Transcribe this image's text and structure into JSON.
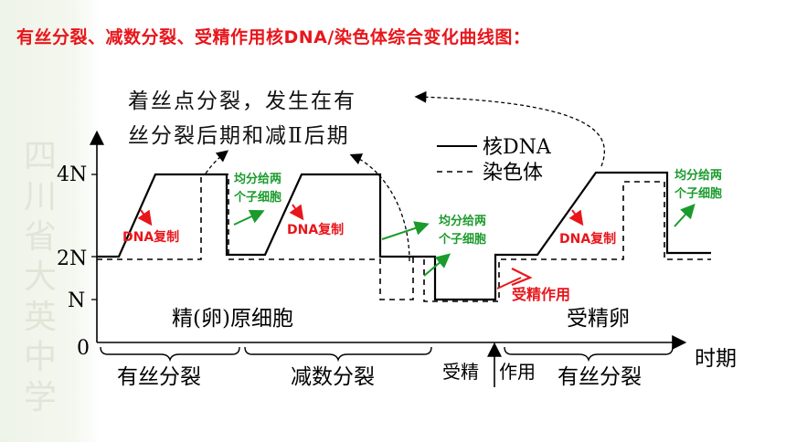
{
  "title": "有丝分裂、减数分裂、受精作用核DNA/染色体综合变化曲线图：",
  "watermark": [
    "四",
    "川",
    "省",
    "大",
    "英",
    "中",
    "学"
  ],
  "note": {
    "line1": "着丝点分裂，发生在有",
    "line2": "丝分裂后期和减Ⅱ后期"
  },
  "legend": {
    "dna": "核DNA",
    "chromosome": "染色体"
  },
  "axis": {
    "y_ticks": [
      "4N",
      "2N",
      "N",
      "0"
    ],
    "x_label": "时期"
  },
  "annotations": {
    "dna_replication_1": "DNA复制",
    "dna_replication_2": "DNA复制",
    "dna_replication_3": "DNA复制",
    "split_1": "均分给两",
    "split_1b": "个子细胞",
    "split_2": "均分给两",
    "split_2b": "个子细胞",
    "split_3": "均分给两",
    "split_3b": "个子细胞",
    "fertilization": "受精作用"
  },
  "cell_labels": {
    "primary": "精(卵)原细胞",
    "zygote": "受精卵"
  },
  "stages": {
    "mitosis_1": "有丝分裂",
    "meiosis": "减数分裂",
    "fert_left": "受精",
    "fert_right": "作用",
    "mitosis_2": "有丝分裂"
  },
  "colors": {
    "title": "#e8161b",
    "red_annotation": "#e8161b",
    "green_annotation": "#1a9b2c",
    "lines": "#000000"
  }
}
